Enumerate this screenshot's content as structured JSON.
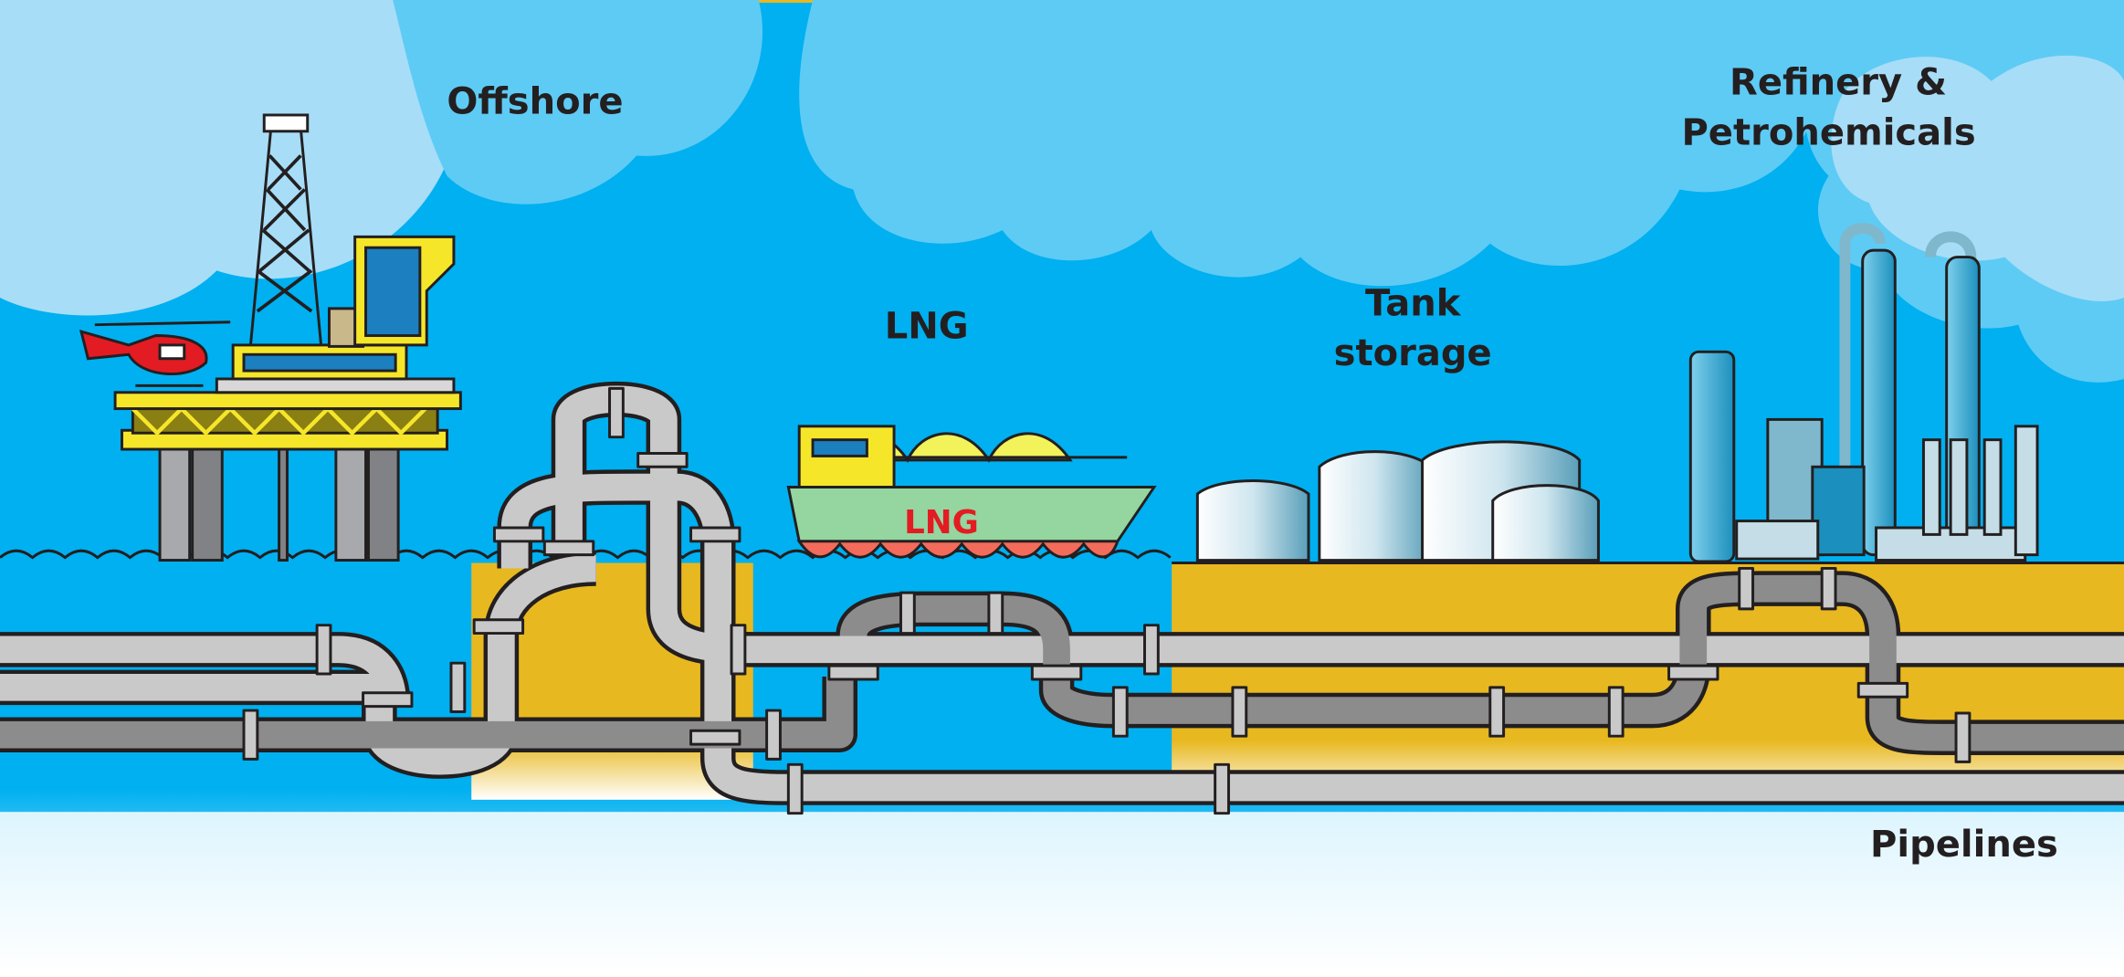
{
  "labels": {
    "offshore": "Offshore",
    "lng": "LNG",
    "tank_storage_line1": "Tank",
    "tank_storage_line2": "storage",
    "refinery_line1": "Refinery &",
    "refinery_line2": "Petrohemicals",
    "pipelines": "Pipelines",
    "ship_hull_text": "LNG"
  },
  "colors": {
    "sky": "#00b0f0",
    "cloud": "#5ecbf5",
    "cloud_light": "#a8ddf7",
    "ground": "#e8b820",
    "pipe_light": "#c9c9c9",
    "pipe_dark": "#8c8c8c",
    "ship_hull": "#95d5a0",
    "ship_tanks": "#f2f25a",
    "platform": "#f5e62a",
    "helicopter": "#e31b23",
    "ship_text": "#e31b23"
  }
}
